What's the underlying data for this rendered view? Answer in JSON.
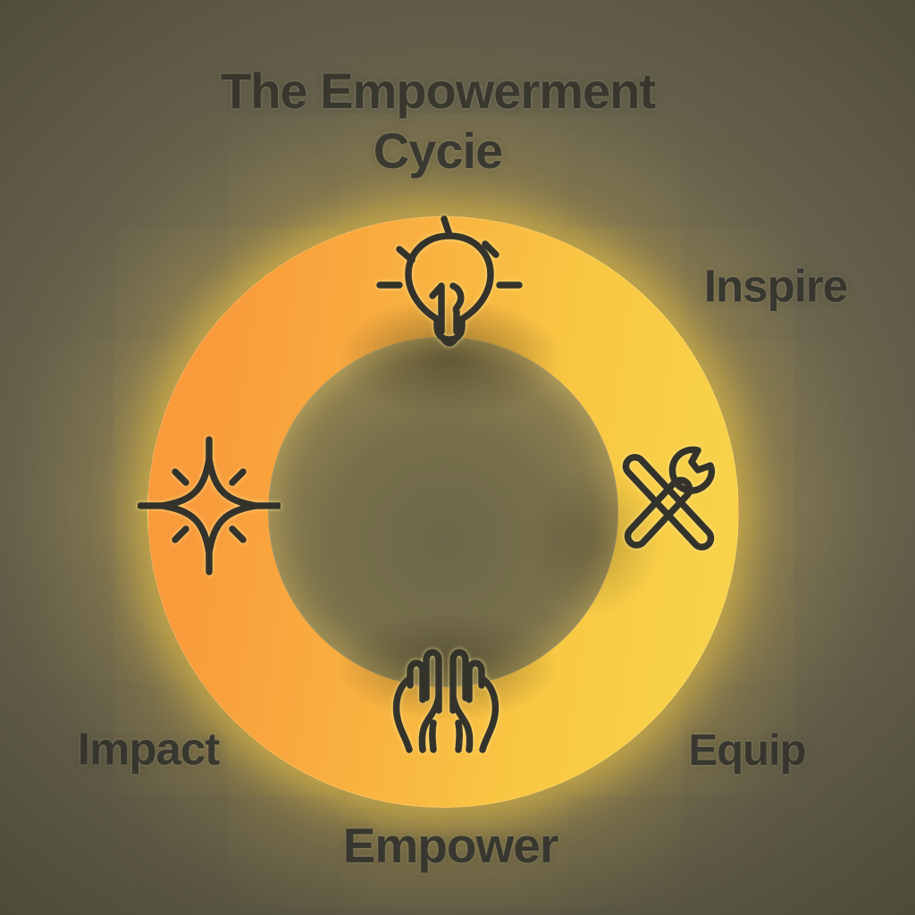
{
  "diagram": {
    "title_line1": "The Empowerment",
    "title_line2": "Cycie",
    "stages": [
      {
        "label": "Inspire",
        "icon": "lightbulb-icon",
        "position": "top-right"
      },
      {
        "label": "Equip",
        "icon": "crossed-tools-icon",
        "position": "bottom-right"
      },
      {
        "label": "Empower",
        "icon": "open-hands-icon",
        "position": "bottom-center"
      },
      {
        "label": "Impact",
        "icon": "sparkle-icon",
        "position": "left"
      }
    ],
    "colors": {
      "background_olive": "#6b6652",
      "background_corner": "#4f4c3d",
      "ring_orange": "#f99e3e",
      "ring_yellow": "#f8ce45",
      "glow_yellow": "#f6c944",
      "center_disc_dark": "#6d6749",
      "ink_charcoal": "#36352c"
    }
  }
}
